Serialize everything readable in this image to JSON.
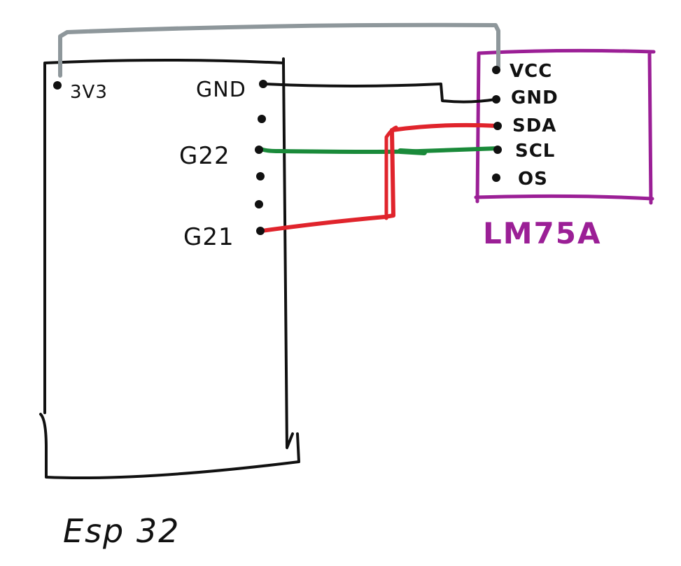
{
  "esp32": {
    "title": "Esp 32",
    "pins": {
      "v3": "3V3",
      "gnd": "GND",
      "g22": "G22",
      "g21": "G21"
    }
  },
  "lm75a": {
    "title": "LM75A",
    "pins": {
      "vcc": "VCC",
      "gnd": "GND",
      "sda": "SDA",
      "scl": "SCL",
      "os": "OS"
    }
  },
  "colors": {
    "outline": "#111111",
    "module_border": "#9b1f96",
    "wire_power": "#8e979b",
    "wire_ground": "#111111",
    "wire_sda": "#e0242c",
    "wire_scl": "#1a8a3a"
  },
  "connections": [
    {
      "from": "3V3",
      "to": "VCC",
      "color": "gray"
    },
    {
      "from": "GND",
      "to": "GND",
      "color": "black"
    },
    {
      "from": "G21",
      "to": "SDA",
      "color": "red"
    },
    {
      "from": "G22",
      "to": "SCL",
      "color": "green"
    }
  ]
}
